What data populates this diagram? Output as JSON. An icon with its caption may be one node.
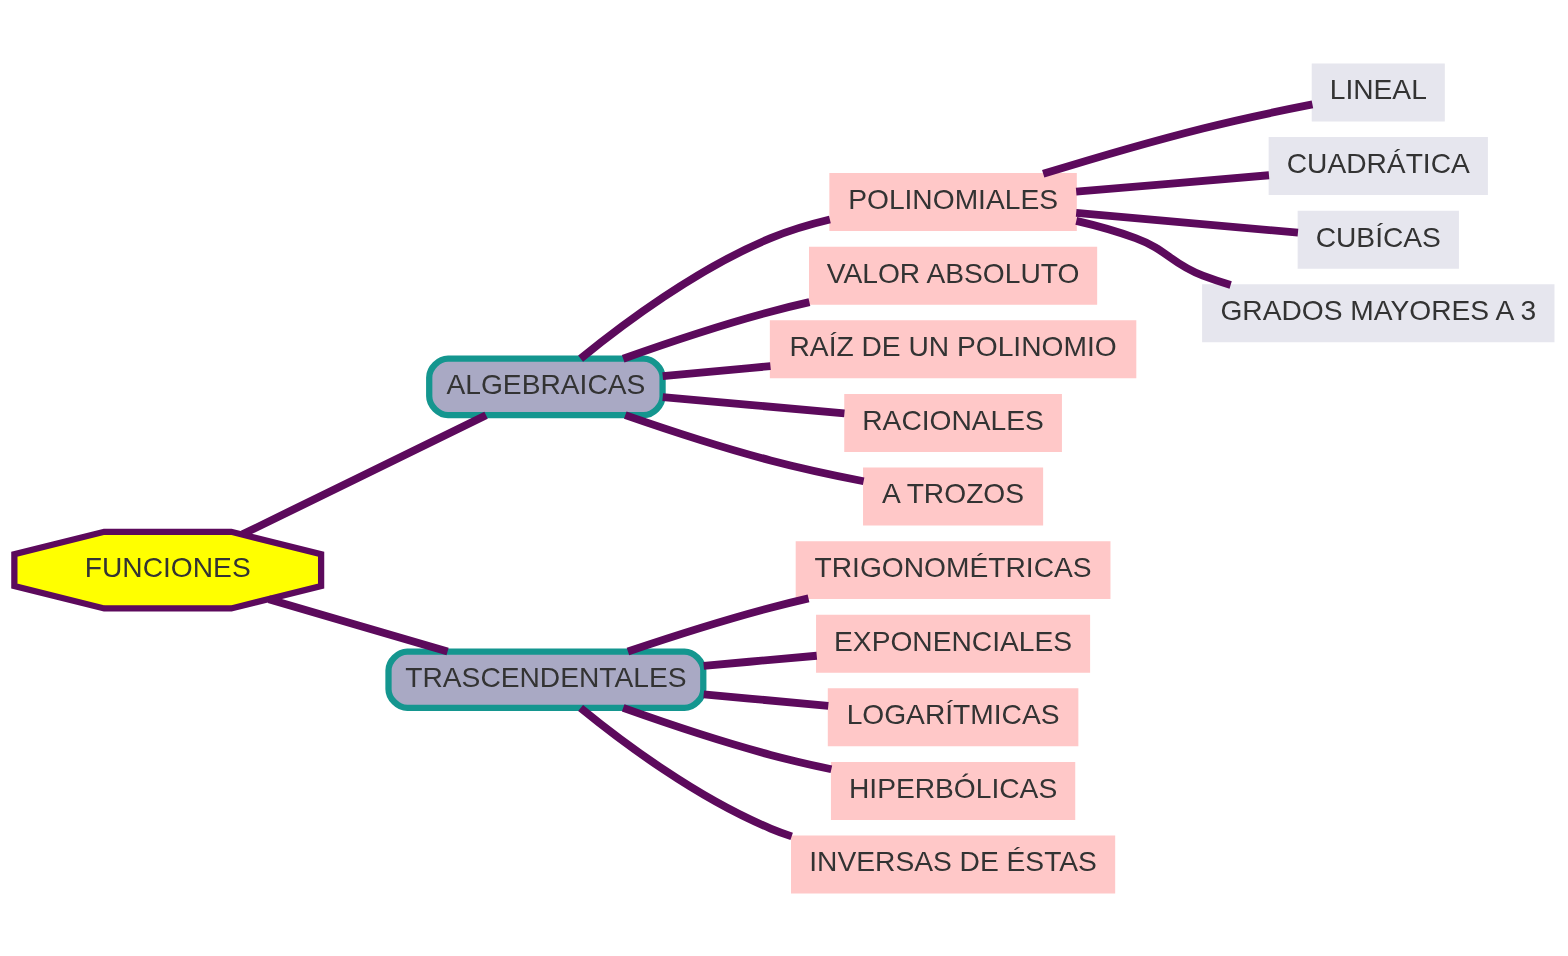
{
  "diagram": {
    "nodes": [
      {
        "text": [
          "FUNCIONES"
        ]
      },
      {
        "text": [
          "ALGEBRAICAS"
        ]
      },
      {
        "text": [
          "POLINOMIALES"
        ]
      },
      {
        "text": [
          "LINEAL"
        ]
      },
      {
        "text": [
          "CUADRÁTICA"
        ]
      },
      {
        "text": [
          "CUBÍCAS"
        ]
      },
      {
        "text": [
          "GRADOS MAYORES A 3"
        ]
      },
      {
        "text": [
          "VALOR ABSOLUTO"
        ]
      },
      {
        "text": [
          "RAÍZ DE UN POLINOMIO"
        ]
      },
      {
        "text": [
          "RACIONALES"
        ]
      },
      {
        "text": [
          "A TROZOS"
        ]
      },
      {
        "text": [
          "TRASCENDENTALES"
        ]
      },
      {
        "text": [
          "TRIGONOMÉTRICAS"
        ]
      },
      {
        "text": [
          "EXPONENCIALES"
        ]
      },
      {
        "text": [
          "LOGARÍTMICAS"
        ]
      },
      {
        "text": [
          "HIPERBÓLICAS"
        ]
      },
      {
        "text": [
          "INVERSAS DE ÉSTAS"
        ]
      }
    ],
    "edges": [
      {
        "from": 0,
        "to": 1,
        "arrow": "none"
      },
      {
        "from": 1,
        "to": 2,
        "arrow": "none"
      },
      {
        "from": 2,
        "to": 3,
        "arrow": "none"
      },
      {
        "from": 2,
        "to": 4,
        "arrow": "none"
      },
      {
        "from": 2,
        "to": 5,
        "arrow": "none"
      },
      {
        "from": 2,
        "to": 6,
        "arrow": "none"
      },
      {
        "from": 1,
        "to": 7,
        "arrow": "none"
      },
      {
        "from": 1,
        "to": 8,
        "arrow": "none"
      },
      {
        "from": 1,
        "to": 9,
        "arrow": "none"
      },
      {
        "from": 1,
        "to": 10,
        "arrow": "none"
      },
      {
        "from": 0,
        "to": 11,
        "arrow": "none"
      },
      {
        "from": 11,
        "to": 12,
        "arrow": "none"
      },
      {
        "from": 11,
        "to": 13,
        "arrow": "none"
      },
      {
        "from": 11,
        "to": 14,
        "arrow": "none"
      },
      {
        "from": 11,
        "to": 15,
        "arrow": "none"
      },
      {
        "from": 11,
        "to": 16,
        "arrow": "none"
      }
    ]
  }
}
